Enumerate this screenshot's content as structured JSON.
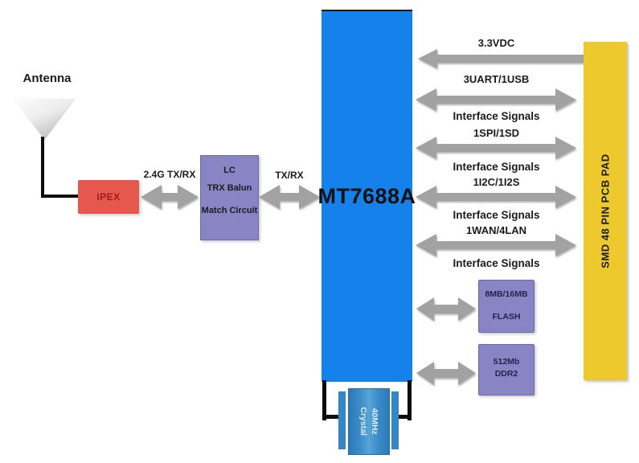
{
  "diagram": {
    "antenna": {
      "label": "Antenna"
    },
    "ipex": {
      "label": "IPEX"
    },
    "rf_link": {
      "label": "2.4G TX/RX"
    },
    "balun": {
      "lines": [
        "LC",
        "TRX Balun",
        "Match Circuit"
      ]
    },
    "soc_link": {
      "label": "TX/RX"
    },
    "soc": {
      "label": "MT7688A"
    },
    "bus": [
      {
        "label": "3.3VDC",
        "direction": "to-soc"
      },
      {
        "label": "3UART/1USB",
        "sub": "Interface Signals",
        "direction": "bidirectional"
      },
      {
        "label": "1SPI/1SD",
        "sub": "Interface Signals",
        "direction": "bidirectional"
      },
      {
        "label": "1I2C/1I2S",
        "sub": "Interface Signals",
        "direction": "bidirectional"
      },
      {
        "label": "1WAN/4LAN",
        "sub": "Interface Signals",
        "direction": "bidirectional"
      }
    ],
    "flash": {
      "lines": [
        "8MB/16MB",
        "FLASH"
      ]
    },
    "ddr": {
      "lines": [
        "512Mb",
        "DDR2"
      ]
    },
    "pad": {
      "label": "SMD 48 PIN PCB PAD"
    },
    "crystal": {
      "lines": [
        "40MHz",
        "Crystal"
      ]
    },
    "colors": {
      "soc-blue": "#1581ea",
      "pad-yellow": "#edc92d",
      "module-purple": "#8985c5",
      "ipex-red": "#e6574e",
      "crystal-blue": "#3486c6",
      "arrow-gray": "#a2a2a2"
    }
  }
}
